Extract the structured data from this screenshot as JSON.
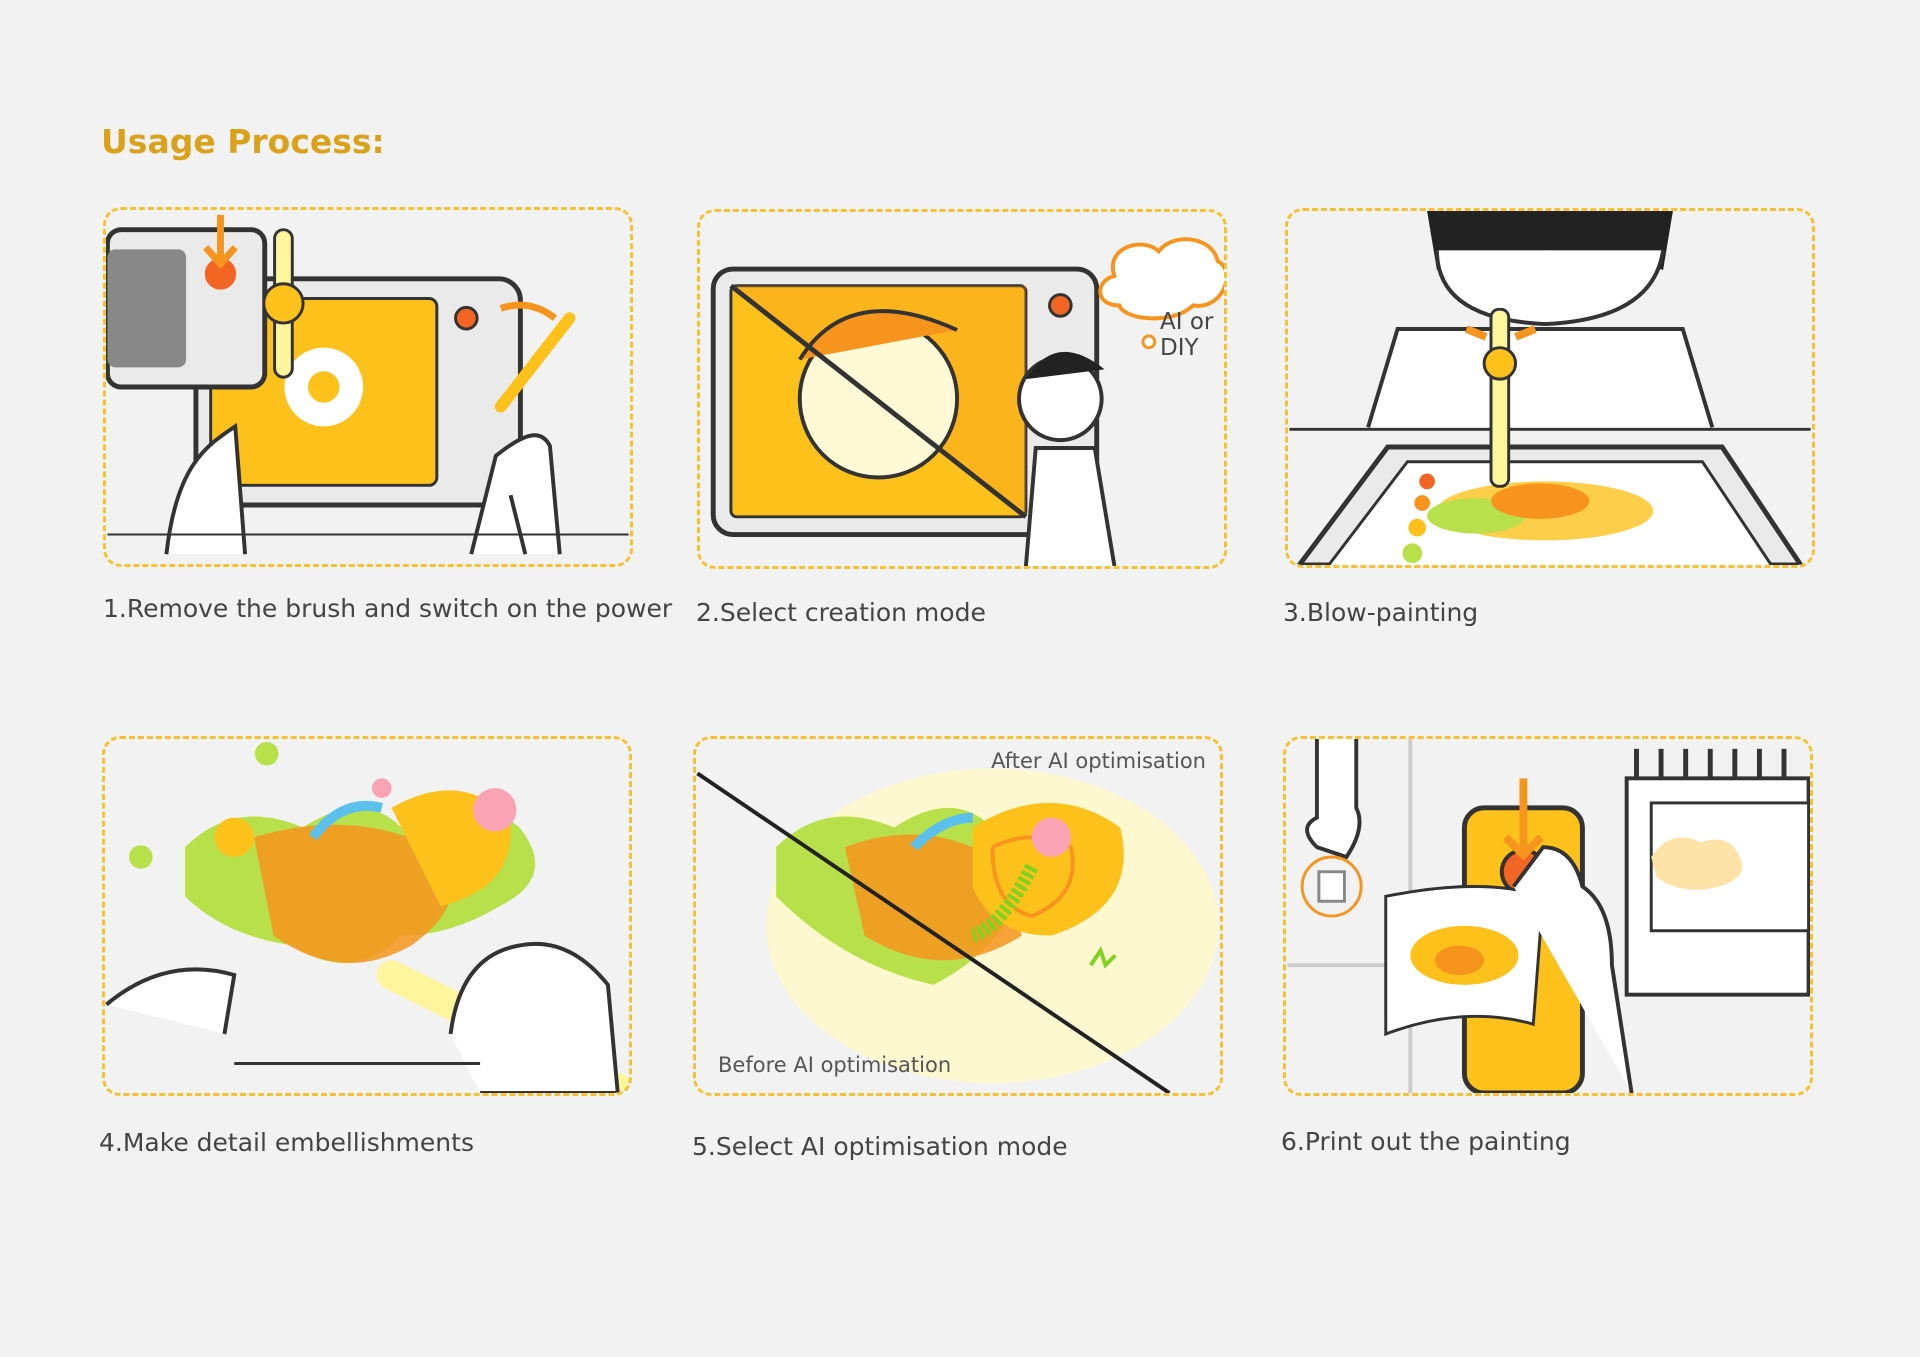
{
  "title": "Usage Process:",
  "steps": [
    {
      "caption": "1.Remove the brush and switch on the power"
    },
    {
      "caption": "2.Select creation mode",
      "bubble": "AI or DIY"
    },
    {
      "caption": "3.Blow-painting"
    },
    {
      "caption": "4.Make detail embellishments"
    },
    {
      "caption": "5.Select AI optimisation mode",
      "after_label": "After AI optimisation",
      "before_label": "Before AI optimisation"
    },
    {
      "caption": "6.Print out the painting"
    }
  ],
  "colors": {
    "accent": "#d9a21a",
    "dash": "#f5c232",
    "orange": "#f7941d",
    "yellow": "#fcc21b"
  }
}
